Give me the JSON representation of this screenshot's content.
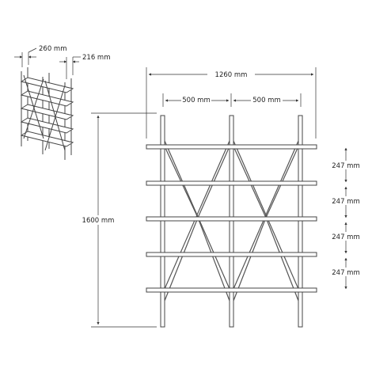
{
  "dimensions": {
    "thumb_depth": "260 mm",
    "thumb_shelf_depth": "216 mm",
    "total_width": "1260 mm",
    "bay_left": "500 mm",
    "bay_right": "500 mm",
    "height": "1600 mm",
    "shelf_gap_1": "247 mm",
    "shelf_gap_2": "247 mm",
    "shelf_gap_3": "247 mm",
    "shelf_gap_4": "247 mm"
  },
  "colors": {
    "line": "#333333",
    "frame": "#555555"
  }
}
